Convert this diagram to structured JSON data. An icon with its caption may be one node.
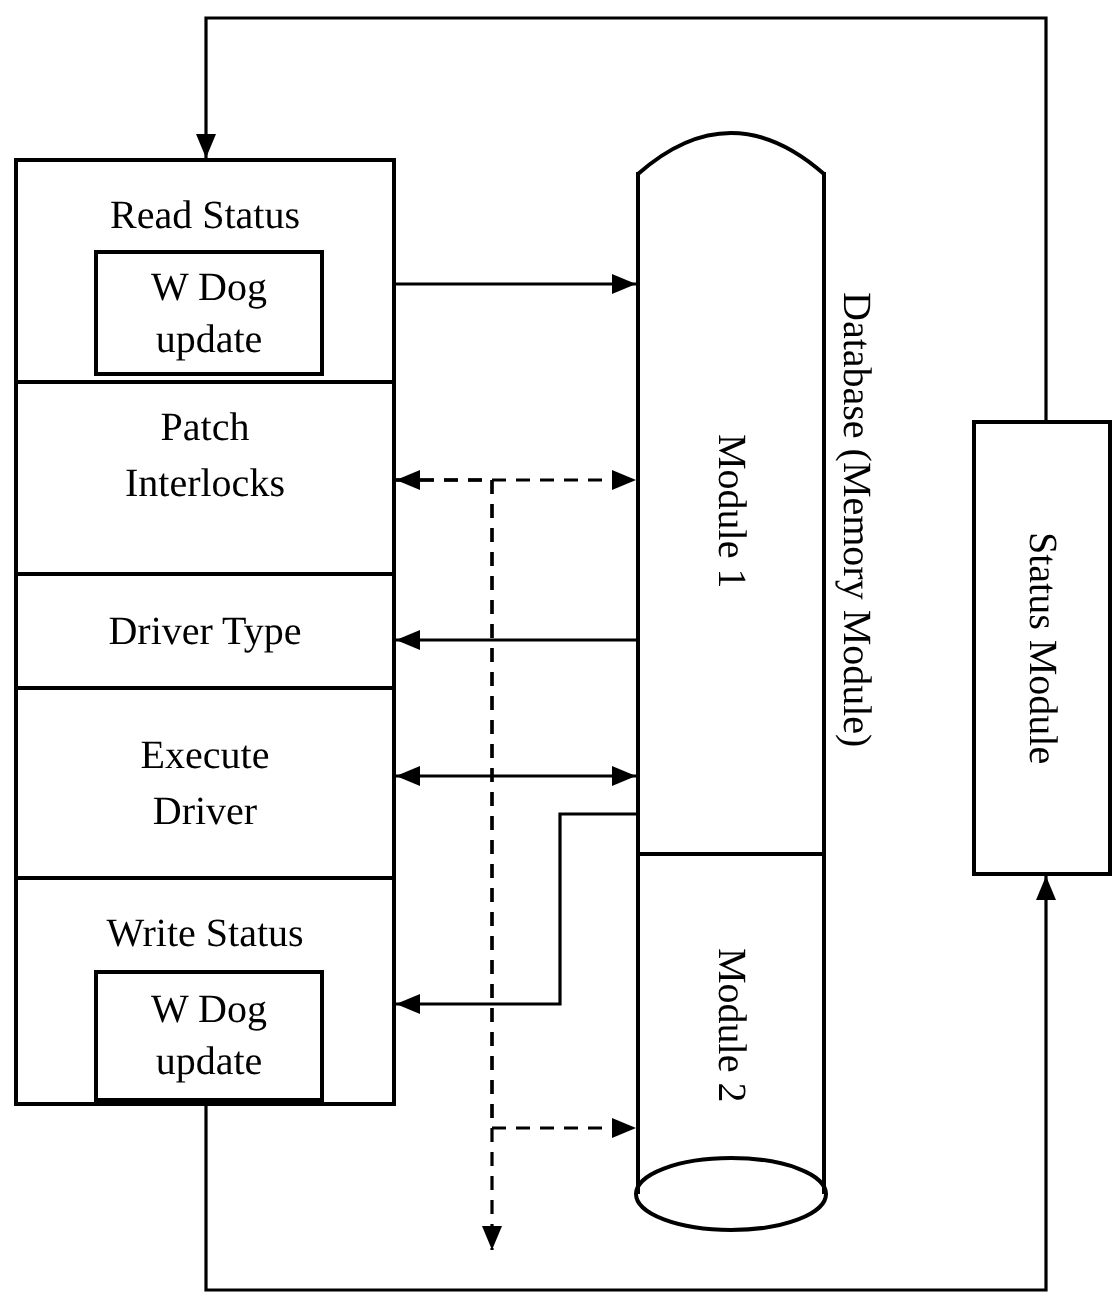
{
  "diagram": {
    "nodes": [
      {
        "text": [
          "Read Status"
        ]
      },
      {
        "text": [
          "W Dog update"
        ],
        "in": 0
      },
      {
        "text": [
          "Patch Interlocks"
        ]
      },
      {
        "text": [
          "Driver Type"
        ]
      },
      {
        "text": [
          "Execute Driver"
        ]
      },
      {
        "text": [
          "Write Status"
        ]
      },
      {
        "text": [
          "W Dog update"
        ],
        "in": 5
      },
      {
        "text": [
          "Database (Memory Module)"
        ]
      },
      {
        "text": [
          "Module 1"
        ],
        "in": 7
      },
      {
        "text": [
          "Module 2"
        ],
        "in": 7
      },
      {
        "text": [
          "Status Module"
        ]
      }
    ],
    "edges": [
      {
        "from": 0,
        "to": 8,
        "arrow": "to"
      },
      {
        "from": 2,
        "to": 8,
        "arrow": "both",
        "style": "dashed"
      },
      {
        "from": 2,
        "to": 9,
        "arrow": "to",
        "style": "dashed"
      },
      {
        "from": 2,
        "to": null,
        "arrow": "to",
        "style": "dashed"
      },
      {
        "from": 8,
        "to": 3,
        "arrow": "to"
      },
      {
        "from": 4,
        "to": 8,
        "arrow": "both"
      },
      {
        "from": 8,
        "to": 5,
        "arrow": "to"
      },
      {
        "from": 5,
        "to": 10,
        "arrow": "to"
      },
      {
        "from": 10,
        "to": 0,
        "arrow": "to"
      }
    ]
  }
}
